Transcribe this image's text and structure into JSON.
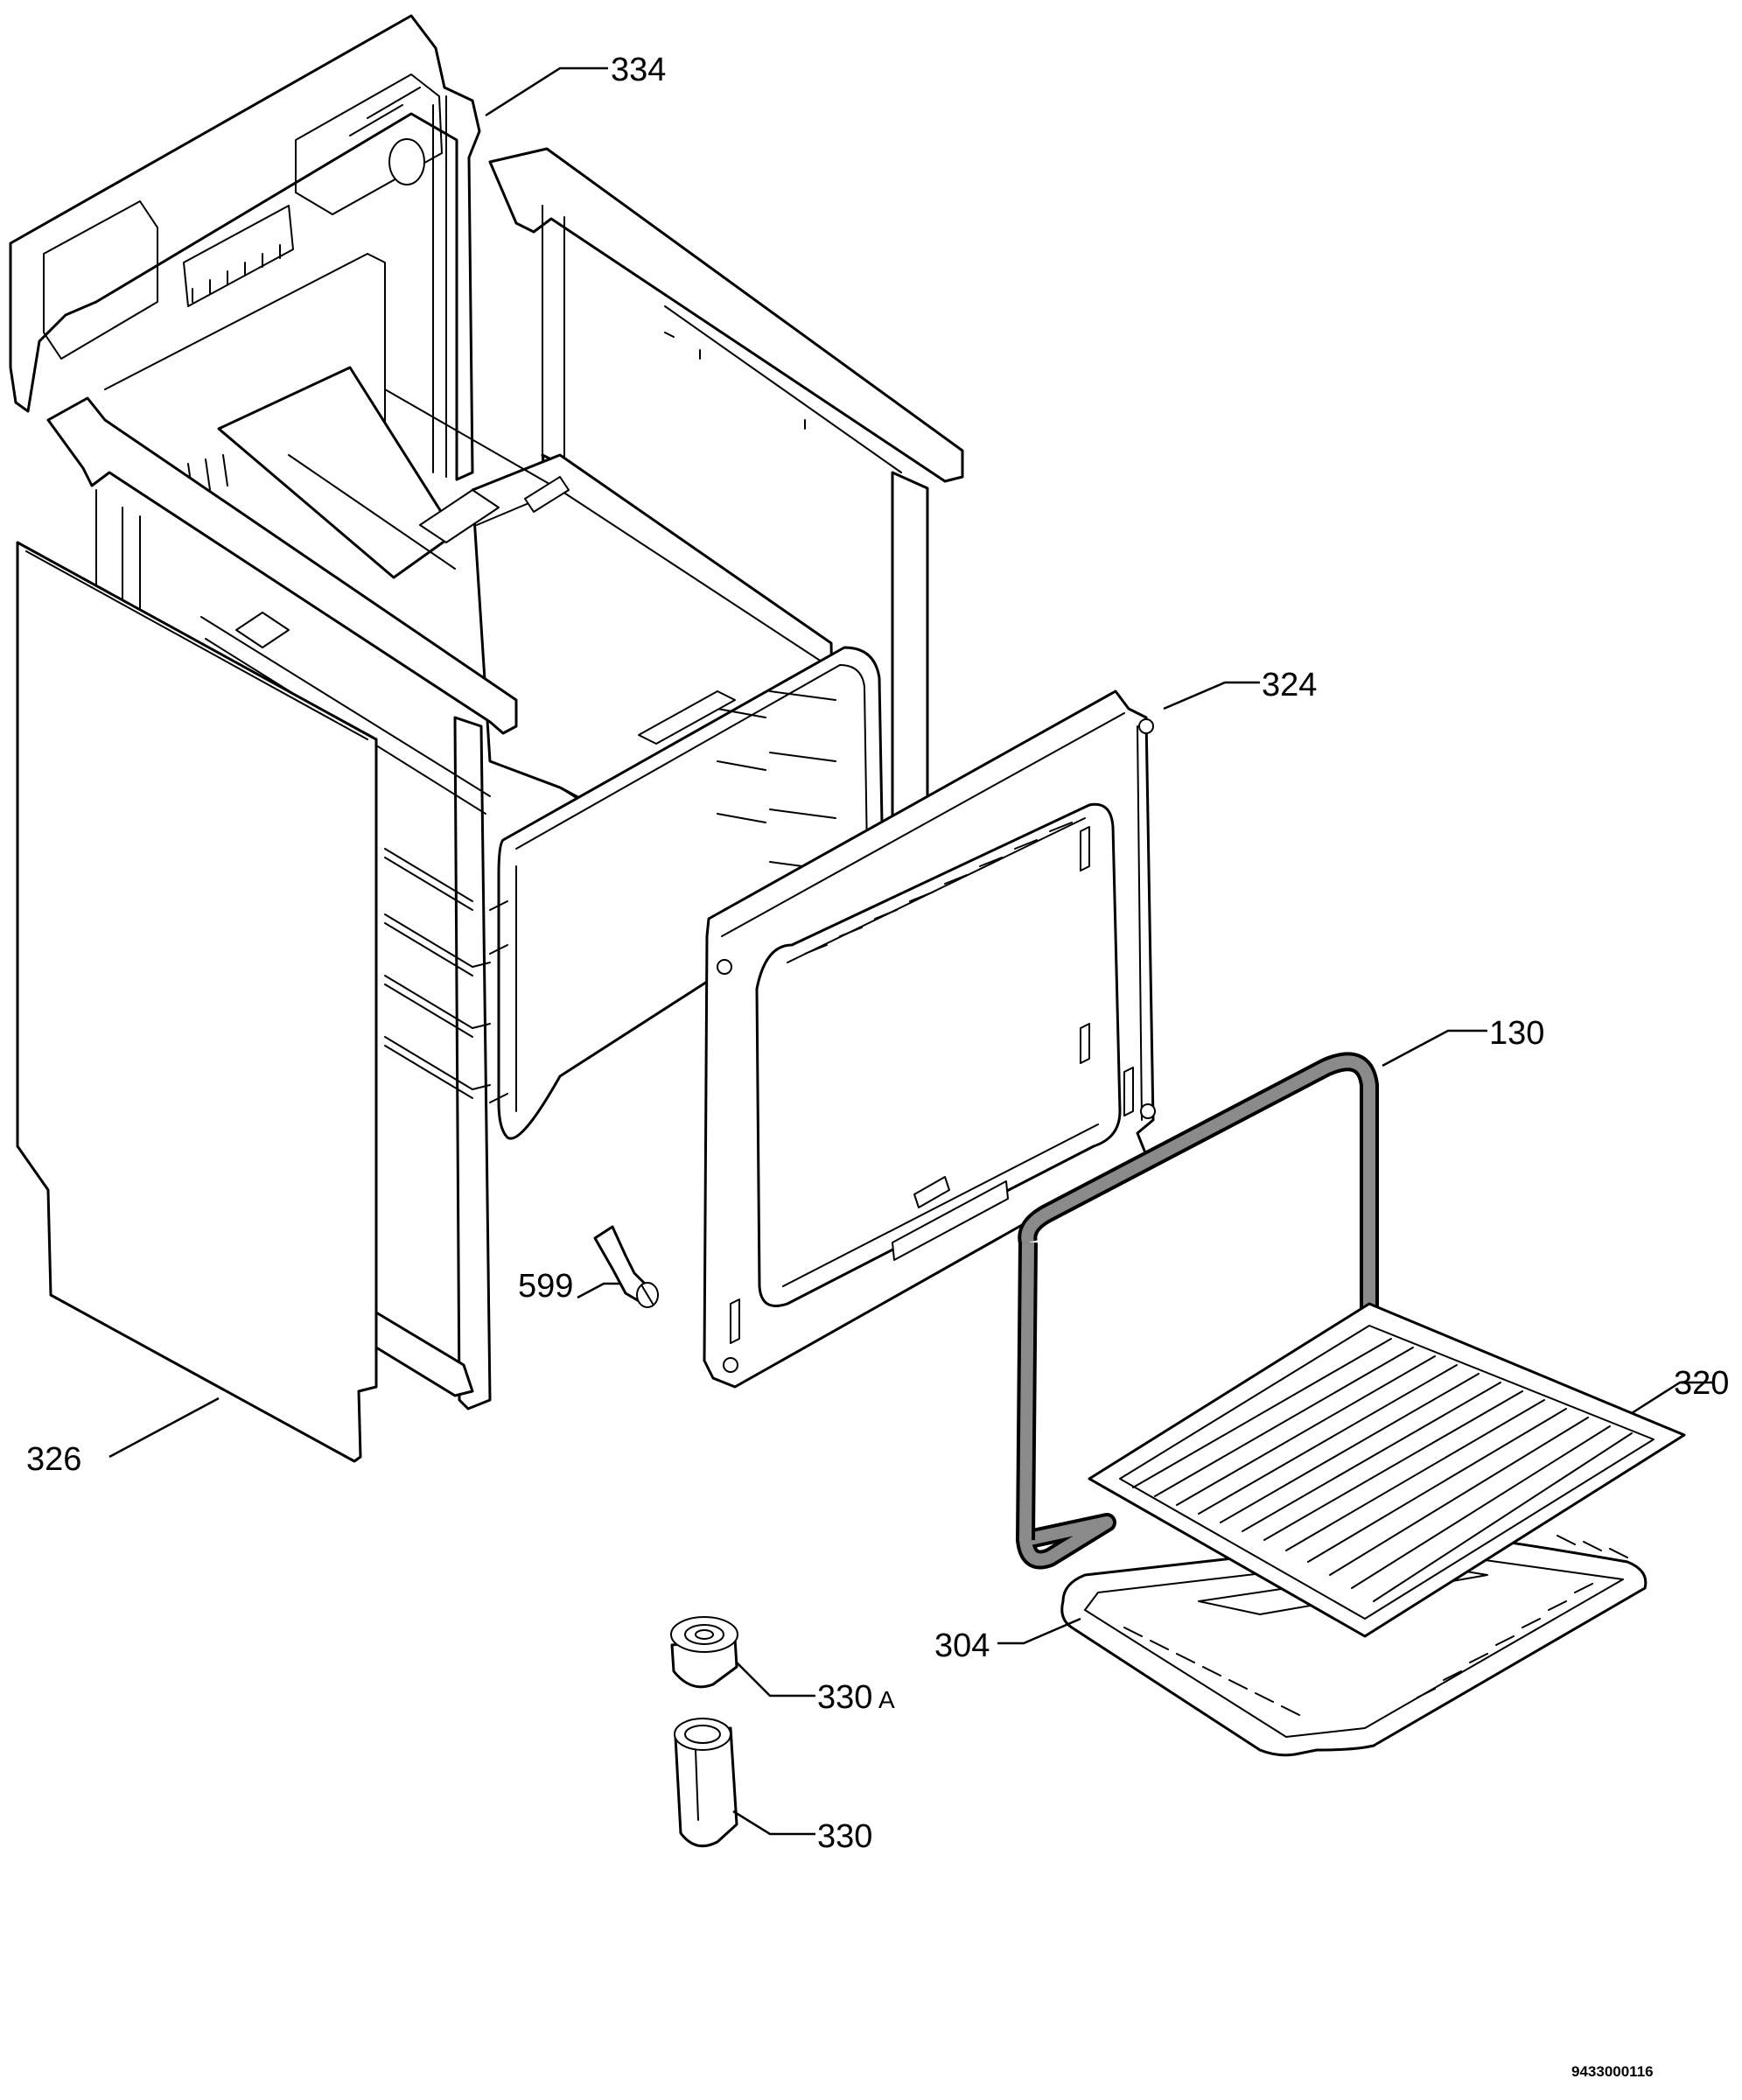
{
  "callouts": {
    "c334": "334",
    "c324": "324",
    "c130": "130",
    "c320": "320",
    "c326": "326",
    "c599": "599",
    "c304": "304",
    "c330a": "330",
    "c330a_suffix": "A",
    "c330": "330"
  },
  "diagram_ref": "9433000116"
}
